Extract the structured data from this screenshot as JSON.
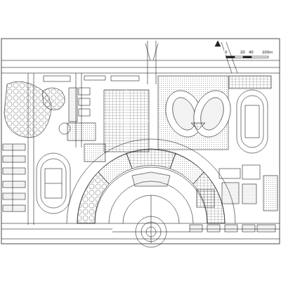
{
  "diagram": {
    "labels": [
      "0",
      "20",
      "40",
      "100m"
    ]
  }
}
